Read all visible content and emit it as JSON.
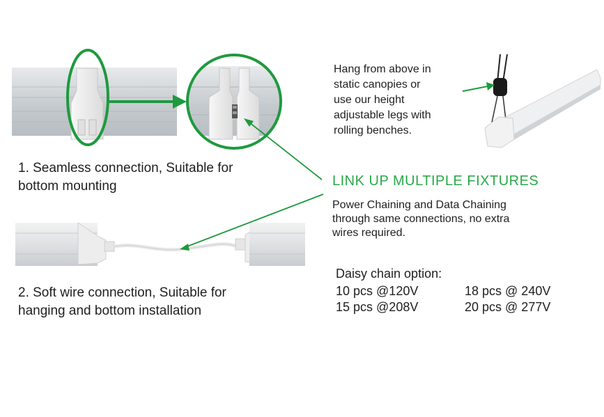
{
  "accent_color": "#1e9a3e",
  "captions": {
    "seamless_line1": "1. Seamless connection, Suitable for",
    "seamless_line2": "bottom mounting",
    "soft_wire_line1": "2. Soft wire connection, Suitable for",
    "soft_wire_line2": "hanging and bottom installation"
  },
  "hang_text": [
    "Hang from above in",
    "static canopies or",
    "use our height",
    "adjustable legs with",
    "rolling benches."
  ],
  "link_up": {
    "heading": "LINK UP MULTIPLE FIXTURES",
    "body": [
      "Power Chaining and Data Chaining",
      "through same connections, no extra",
      "wires required."
    ]
  },
  "daisy_chain": {
    "title": "Daisy chain option:",
    "options": [
      {
        "count": "10 pcs @120V",
        "count2": "18 pcs @ 240V"
      },
      {
        "count": "15 pcs @208V",
        "count2": "20 pcs @ 277V"
      }
    ]
  }
}
